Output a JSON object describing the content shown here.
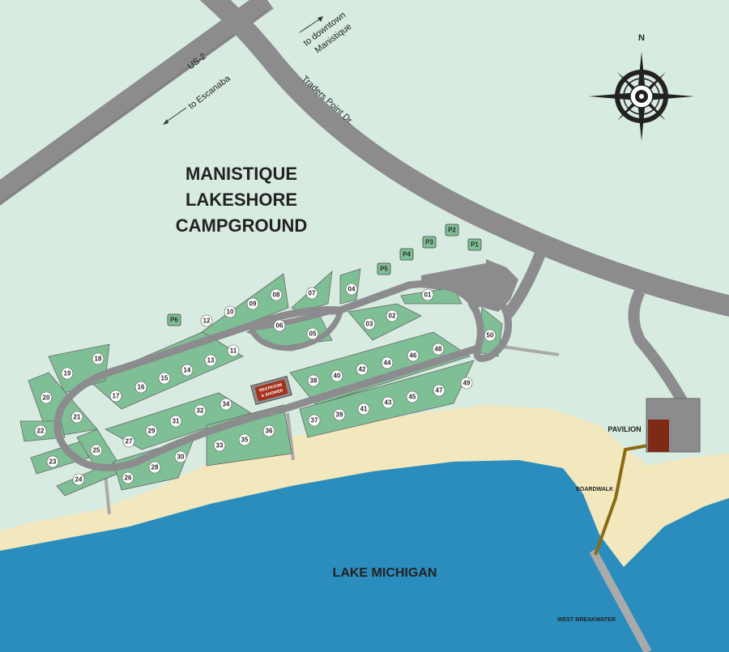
{
  "title": {
    "line1": "MANISTIQUE",
    "line2": "LAKESHORE",
    "line3": "CAMPGROUND"
  },
  "roads": {
    "us2": "US-2",
    "traders": "Traders Point Dr.",
    "to_escanaba": "to Escanaba",
    "to_downtown_1": "to downtown",
    "to_downtown_2": "Manistique"
  },
  "water": {
    "lake": "LAKE MICHIGAN",
    "breakwater": "WEST BREAKWATER",
    "boardwalk": "BOARDWALK"
  },
  "pavilion": "PAVILION",
  "restroom": {
    "line1": "RESTROOM",
    "line2": "& SHOWER"
  },
  "compass": {
    "north": "N"
  },
  "parking": [
    "P1",
    "P2",
    "P3",
    "P4",
    "P5",
    "P6"
  ],
  "sites": [
    "01",
    "02",
    "03",
    "04",
    "05",
    "06",
    "07",
    "08",
    "09",
    "10",
    "11",
    "12",
    "13",
    "14",
    "15",
    "16",
    "17",
    "18",
    "19",
    "20",
    "21",
    "22",
    "23",
    "24",
    "25",
    "26",
    "27",
    "28",
    "29",
    "30",
    "31",
    "32",
    "33",
    "34",
    "35",
    "36",
    "37",
    "38",
    "39",
    "40",
    "41",
    "42",
    "43",
    "44",
    "45",
    "46",
    "47",
    "48",
    "49",
    "50"
  ],
  "colors": {
    "land": "#d8ebe1",
    "road": "#8c8c8e",
    "site": "#7fbf96",
    "sand": "#f3e7bd",
    "water": "#2a8dbd",
    "pavilion": "#7f2a14",
    "boardwalk": "#8a6a12"
  }
}
